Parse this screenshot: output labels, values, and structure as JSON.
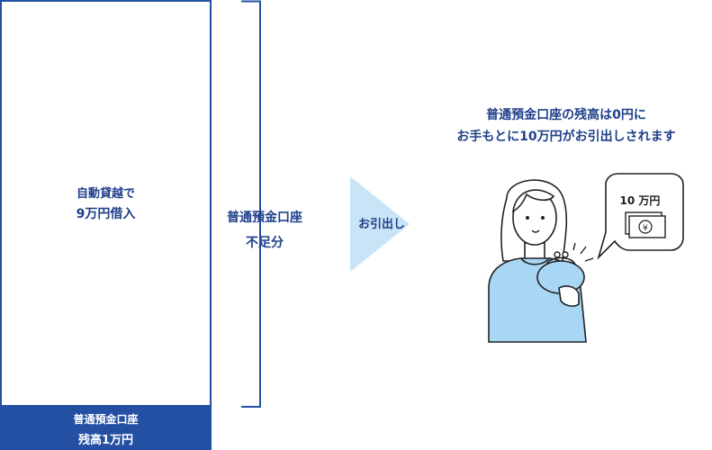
{
  "account_column": {
    "overdraft_line1": "自動貸越で",
    "overdraft_line2": "9万円借入",
    "balance_line1": "普通預金口座",
    "balance_line2": "残高1万円"
  },
  "shortfall": {
    "line1": "普通預金口座",
    "line2": "不足分"
  },
  "arrow": {
    "label": "お引出し"
  },
  "result": {
    "line1": "普通預金口座の残高は0円に",
    "line2": "お手もとに10万円がお引出しされます"
  },
  "speech_bubble": {
    "amount": "10 万円",
    "bill_symbol": "¥"
  },
  "colors": {
    "navy": "#2450a4",
    "text_navy": "#1f3f8a",
    "light_blue": "#c9e4f6",
    "sweater_blue": "#a8d6f5"
  }
}
